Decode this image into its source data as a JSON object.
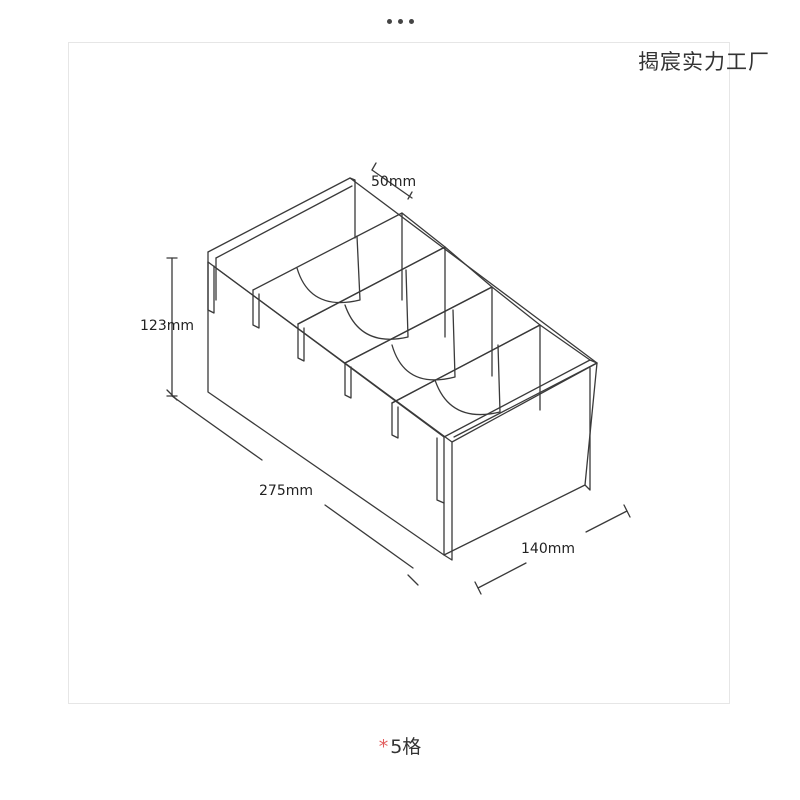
{
  "header": {
    "more_icon": "more-horizontal-icon"
  },
  "brand": {
    "text": "揭宸实力工厂"
  },
  "diagram": {
    "dimensions": {
      "divider_spacing": "50mm",
      "height": "123mm",
      "length": "275mm",
      "width": "140mm"
    }
  },
  "caption": {
    "marker": "*",
    "text": "5格"
  }
}
